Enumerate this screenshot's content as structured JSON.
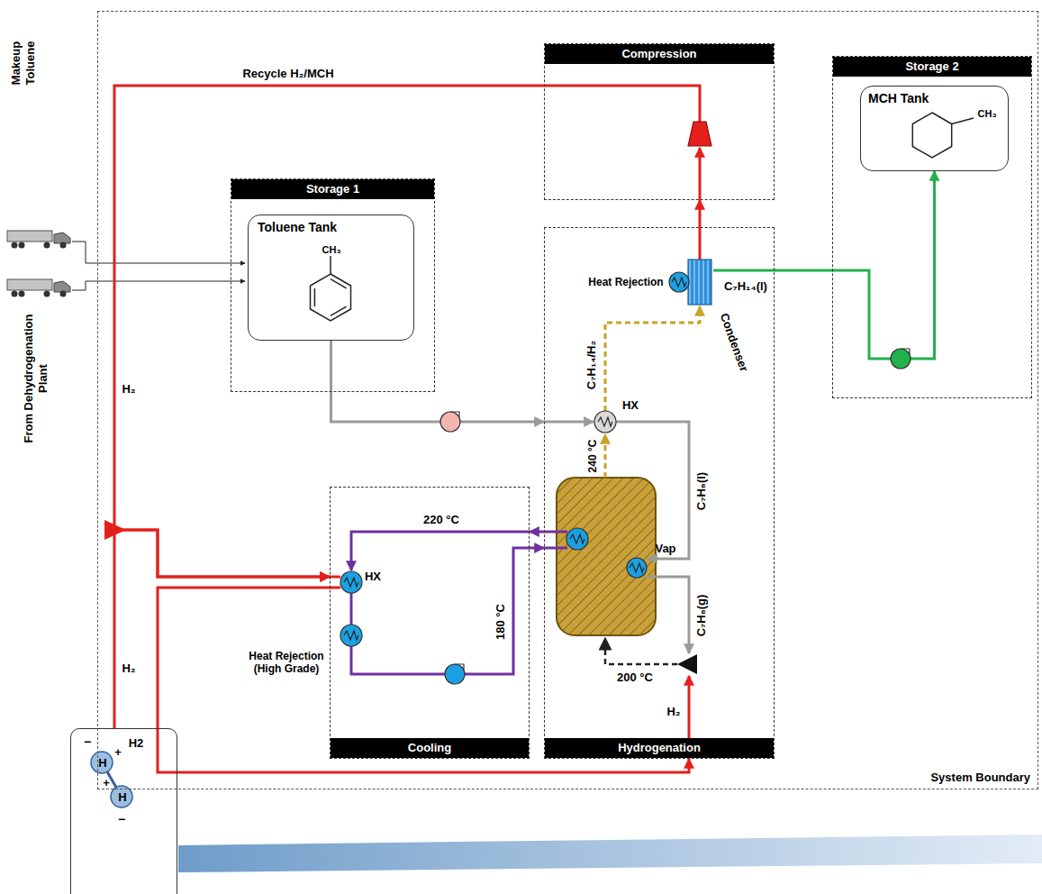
{
  "diagram": {
    "nodes": [
      {
        "text": [
          "System Boundary"
        ]
      },
      {
        "text": [
          "Compression"
        ],
        "in": 0
      },
      {
        "text": [
          "Storage 2"
        ],
        "in": 0
      },
      {
        "text": [
          "MCH Tank",
          "CH₃"
        ],
        "in": 2
      },
      {
        "text": [
          "Storage 1"
        ],
        "in": 0
      },
      {
        "text": [
          "Toluene Tank",
          "CH₃"
        ],
        "in": 4
      },
      {
        "text": [
          "Cooling"
        ],
        "in": 0
      },
      {
        "text": [
          "Hydrogenation"
        ],
        "in": 0
      },
      {
        "text": [
          "H2",
          "−",
          "H",
          "+",
          "+",
          "H",
          "−"
        ]
      }
    ],
    "edges": [
      {
        "from": 5,
        "to": 7,
        "arrow": "to"
      },
      {
        "from": 7,
        "to": 1,
        "arrow": "to"
      },
      {
        "from": 7,
        "to": 3,
        "arrow": "to"
      },
      {
        "from": 1,
        "to": 6,
        "arrow": "to"
      },
      {
        "from": 8,
        "to": 6,
        "arrow": "to"
      },
      {
        "from": 6,
        "to": 7,
        "arrow": "to"
      },
      {
        "from": 7,
        "to": 6,
        "arrow": "to"
      },
      {
        "from": 6,
        "to": 7,
        "arrow": "to"
      }
    ],
    "labels": [
      "Recycle H₂/MCH",
      "Makeup Toluene",
      "From Dehydrogenation Plant",
      "H₂",
      "H₂",
      "220 °C",
      "HX",
      "Heat Rejection (High Grade)",
      "180 °C",
      "240 °C",
      "C₇H₁₄/H₂",
      "HX",
      "Heat Rejection",
      "C₇H₁₄(l)",
      "Condenser",
      "C₇H₈(l)",
      "Vap",
      "C₇H₈(g)",
      "200 °C",
      "H₂"
    ]
  }
}
